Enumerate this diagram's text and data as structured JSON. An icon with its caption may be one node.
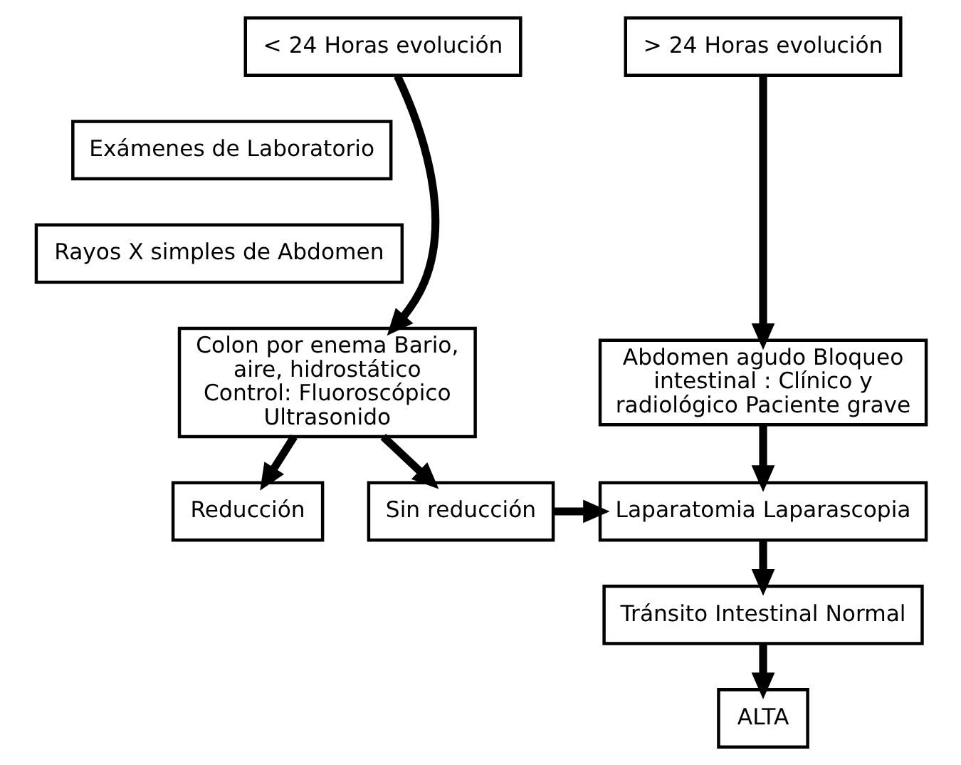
{
  "diagram": {
    "nodes": [
      {
        "text": [
          "< 24 Horas evolución"
        ]
      },
      {
        "text": [
          "> 24 Horas evolución"
        ]
      },
      {
        "text": [
          "Exámenes de Laboratorio"
        ]
      },
      {
        "text": [
          "Rayos X simples de Abdomen"
        ]
      },
      {
        "text": [
          "Colon por enema Bario, aire, hidrostático Control: Fluoroscópico Ultrasonido"
        ]
      },
      {
        "text": [
          "Abdomen agudo Bloqueo intestinal : Clínico y radiológico Paciente grave"
        ]
      },
      {
        "text": [
          "Reducción"
        ]
      },
      {
        "text": [
          "Sin reducción"
        ]
      },
      {
        "text": [
          "Laparatomia Laparascopia"
        ]
      },
      {
        "text": [
          "Tránsito Intestinal Normal"
        ]
      },
      {
        "text": [
          "ALTA"
        ]
      }
    ],
    "edges": [
      {
        "from": 0,
        "to": 4,
        "arrow": "to"
      },
      {
        "from": 1,
        "to": 5,
        "arrow": "to"
      },
      {
        "from": 4,
        "to": 6,
        "arrow": "to"
      },
      {
        "from": 4,
        "to": 7,
        "arrow": "to"
      },
      {
        "from": 5,
        "to": 8,
        "arrow": "to"
      },
      {
        "from": 7,
        "to": 8,
        "arrow": "to"
      },
      {
        "from": 8,
        "to": 9,
        "arrow": "to"
      },
      {
        "from": 9,
        "to": 10,
        "arrow": "to"
      }
    ]
  }
}
